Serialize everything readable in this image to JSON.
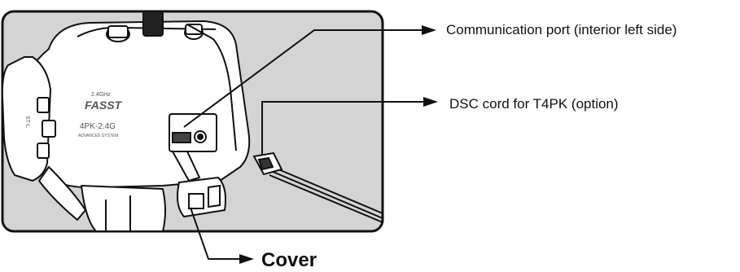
{
  "callouts": {
    "communication_port": "Communication port (interior left side)",
    "dsc_cord": "DSC cord for T4PK (option)",
    "cover": "Cover"
  },
  "device_markings": {
    "band": "2.4GHz",
    "brand": "FASST",
    "model": "4PK-2.4G",
    "system": "ADVANCED SYSTEM",
    "side_mark": "ST-L"
  },
  "colors": {
    "panel_background": "#d4d4d4",
    "panel_border": "#111111",
    "device_body": "#ffffff",
    "line": "#111111"
  }
}
